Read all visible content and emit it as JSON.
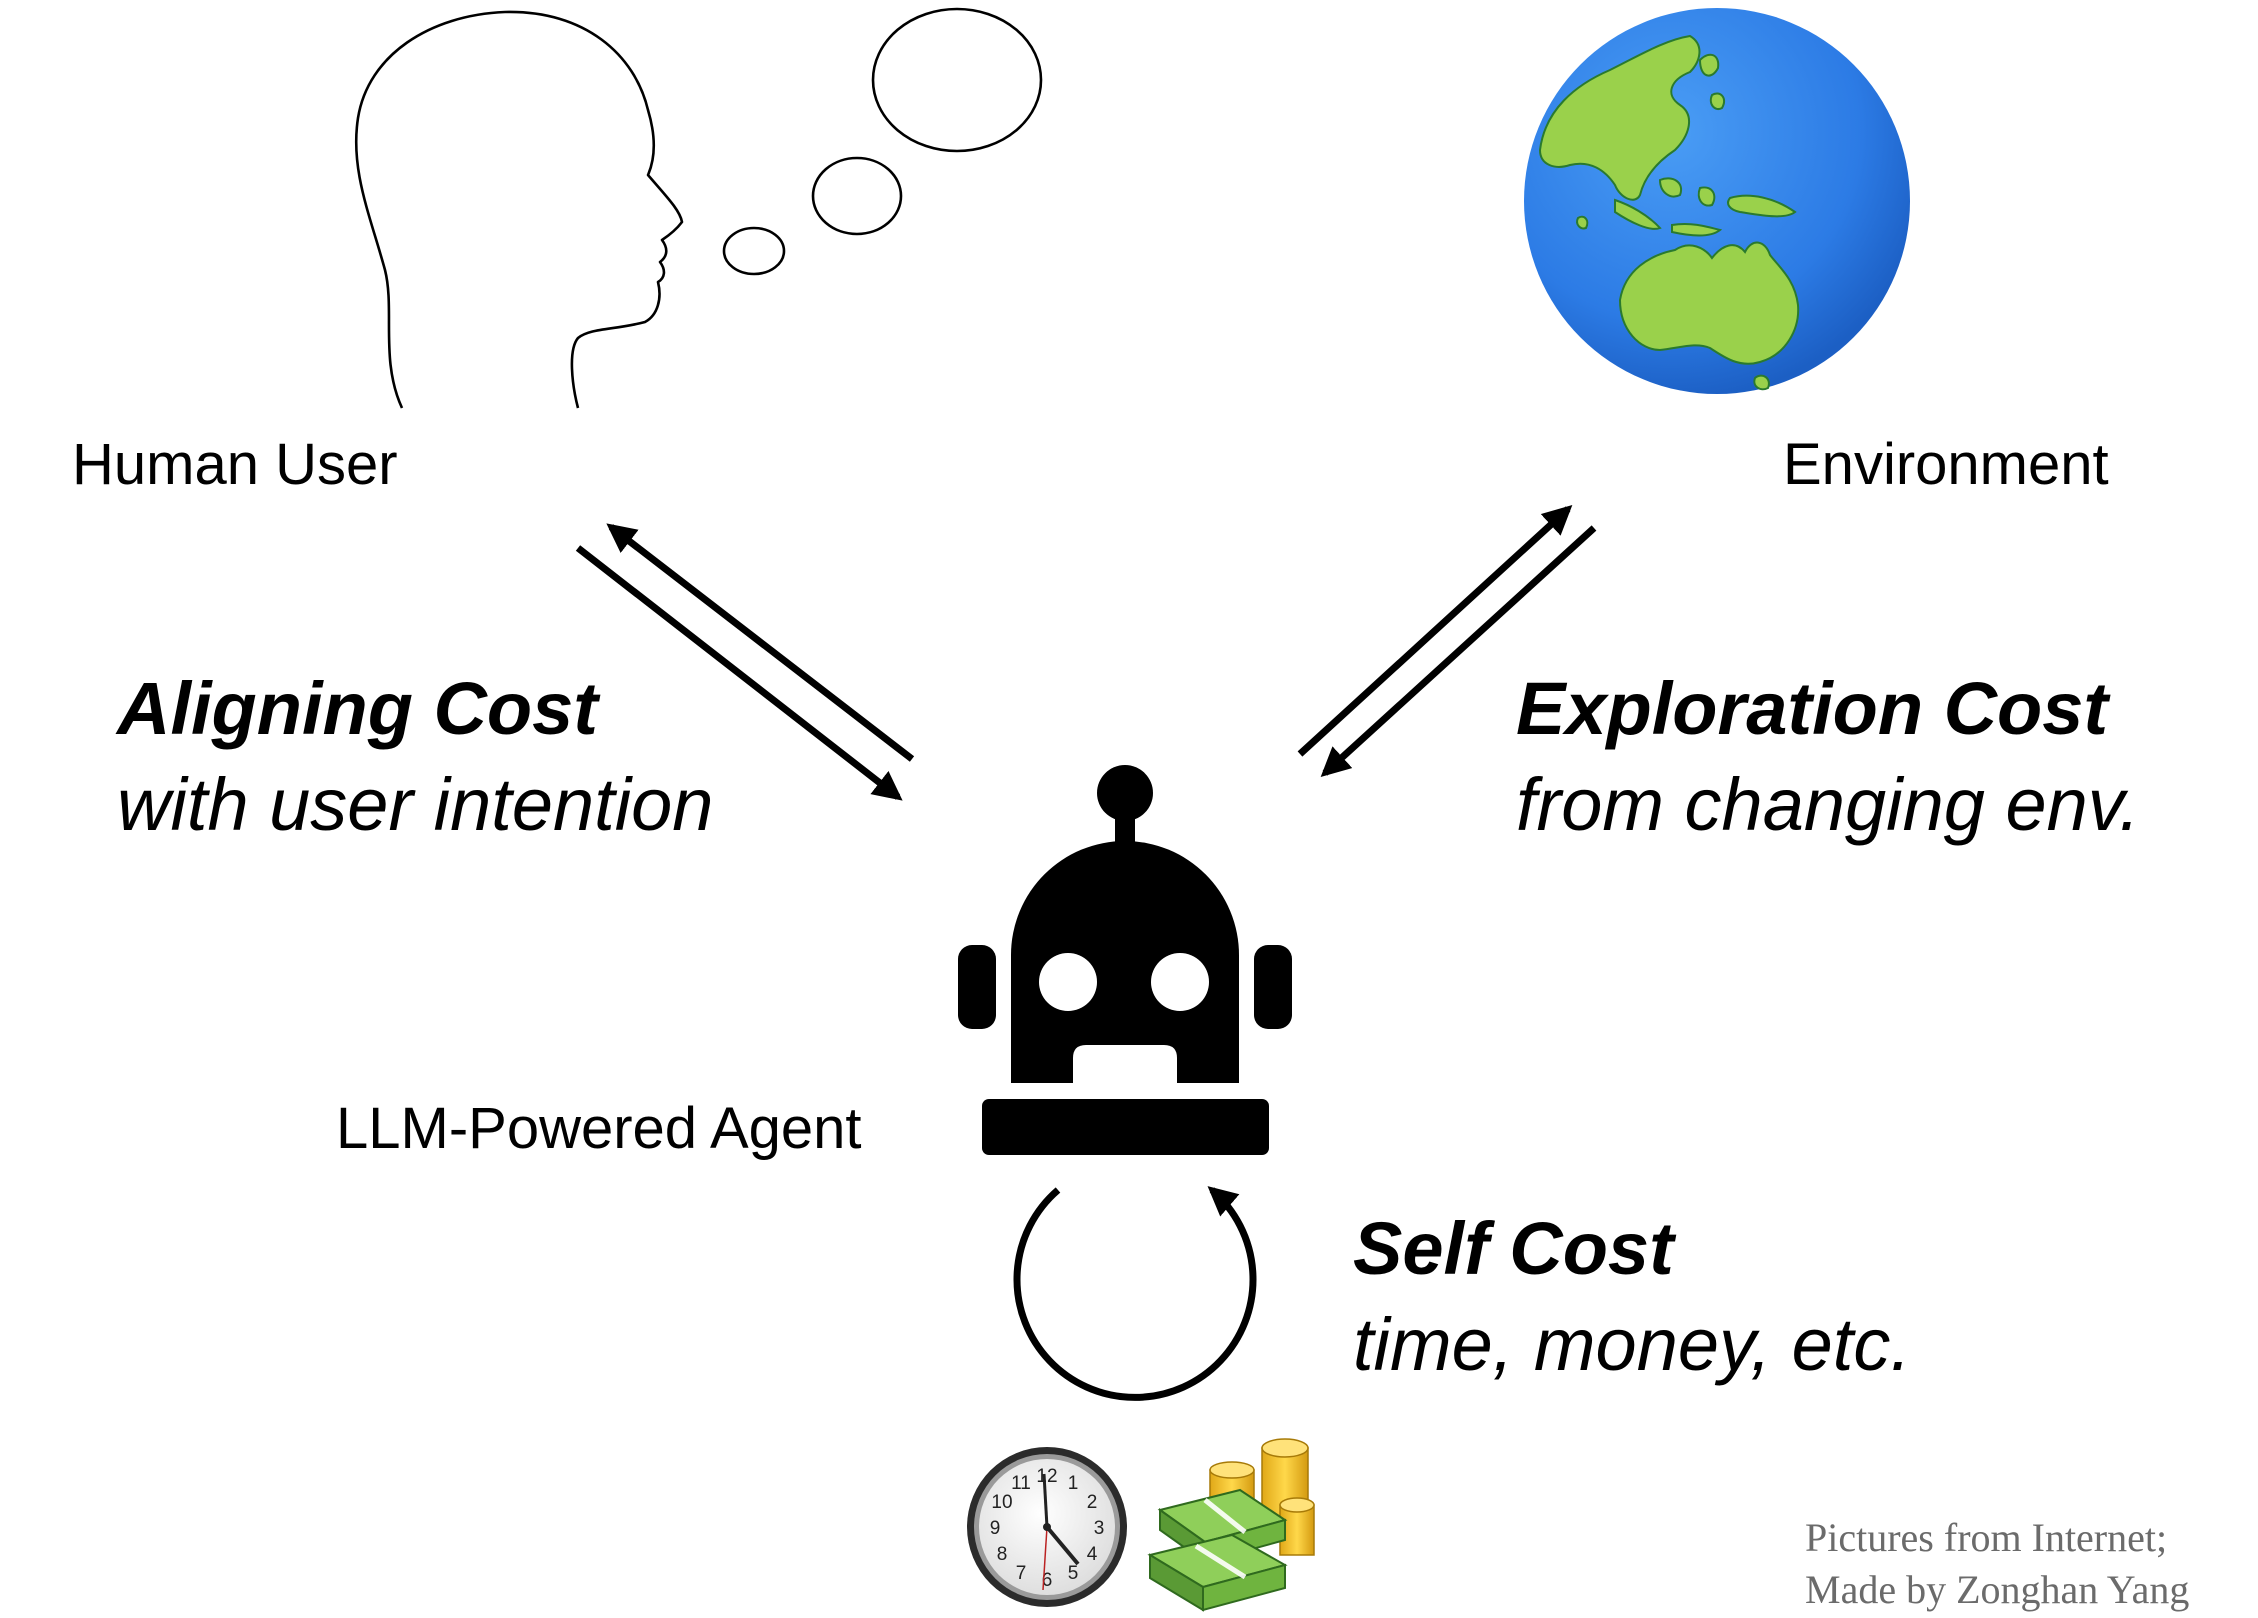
{
  "nodes": {
    "human_user": {
      "label": "Human User",
      "icon": "head-silhouette-thought-bubble-icon"
    },
    "environment": {
      "label": "Environment",
      "icon": "earth-globe-icon"
    },
    "agent": {
      "label": "LLM-Powered Agent",
      "icon": "robot-icon"
    }
  },
  "costs": {
    "aligning": {
      "title": "Aligning Cost",
      "subtitle": "with user intention"
    },
    "exploration": {
      "title": "Exploration Cost",
      "subtitle": "from changing env."
    },
    "self": {
      "title": "Self Cost",
      "subtitle": "time, money, etc."
    }
  },
  "clock": {
    "numerals": [
      "12",
      "1",
      "2",
      "3",
      "4",
      "5",
      "6",
      "7",
      "8",
      "9",
      "10",
      "11"
    ],
    "icon": "clock-icon"
  },
  "money": {
    "icon": "money-stack-coins-icon"
  },
  "credit": {
    "line1": "Pictures from Internet;",
    "line2": "Made by Zonghan Yang"
  },
  "colors": {
    "ocean": "#2f7fe6",
    "land": "#9ad14b",
    "ink": "#000000",
    "credit": "#6b6b6b",
    "cash": "#6fb43f",
    "gold": "#f2c230"
  }
}
